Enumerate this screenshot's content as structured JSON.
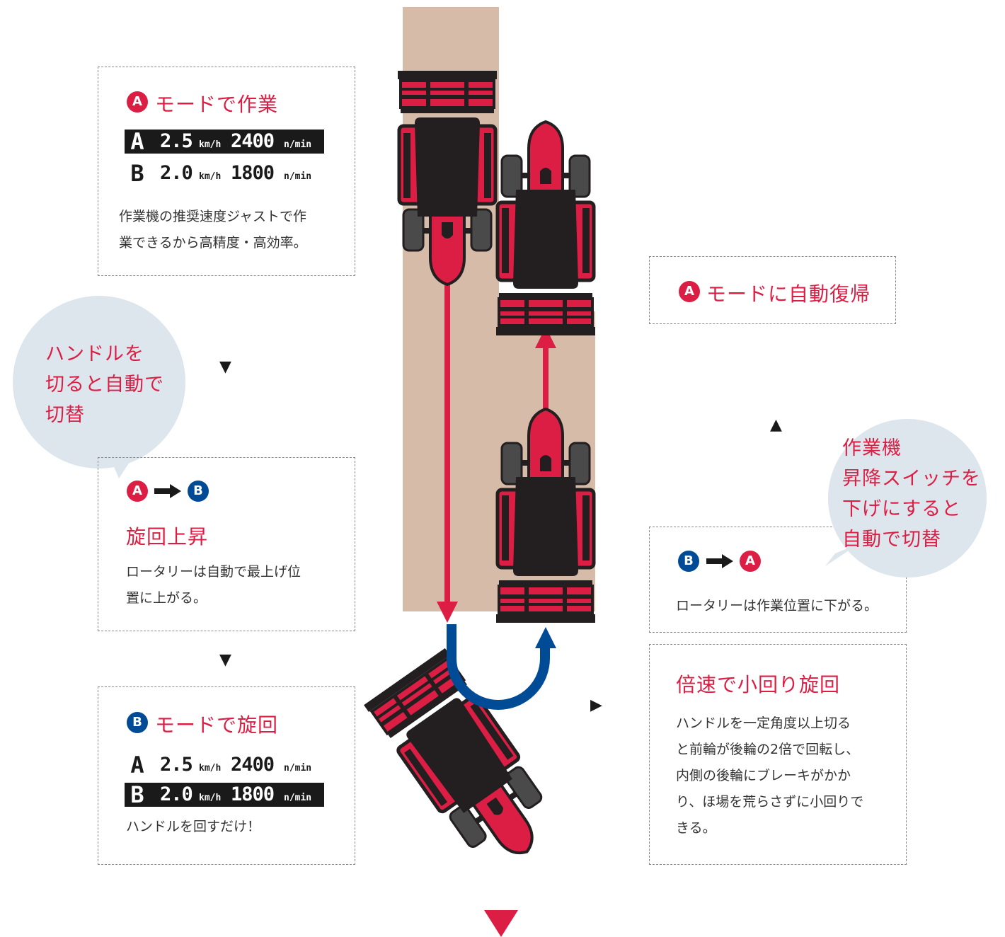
{
  "colors": {
    "red": "#dc1e44",
    "blue": "#004b96",
    "field": "#d5bba8",
    "dark": "#231f20",
    "bubble": "#dde6ec"
  },
  "box1": {
    "badge": "A",
    "title": "モードで作業",
    "display": [
      {
        "mode": "A",
        "speed": "2.5",
        "speed_unit": "km/h",
        "rpm": "2400",
        "rpm_unit": "n/min",
        "active": true
      },
      {
        "mode": "B",
        "speed": "2.0",
        "speed_unit": "km/h",
        "rpm": "1800",
        "rpm_unit": "n/min",
        "active": false
      }
    ],
    "lines": [
      "作業機の推奨速度ジャストで作",
      "業できるから高精度・高効率。"
    ]
  },
  "bubble_left": {
    "lines": [
      "ハンドルを",
      "切ると自動で",
      "切替"
    ]
  },
  "box2": {
    "from_badge": "A",
    "to_badge": "B",
    "title": "旋回上昇",
    "lines": [
      "ロータリーは自動で最上げ位",
      "置に上がる。"
    ]
  },
  "box3": {
    "badge": "B",
    "title": "モードで旋回",
    "display": [
      {
        "mode": "A",
        "speed": "2.5",
        "speed_unit": "km/h",
        "rpm": "2400",
        "rpm_unit": "n/min",
        "active": false
      },
      {
        "mode": "B",
        "speed": "2.0",
        "speed_unit": "km/h",
        "rpm": "1800",
        "rpm_unit": "n/min",
        "active": true
      }
    ],
    "lines": [
      "ハンドルを回すだけ！"
    ]
  },
  "box4": {
    "badge": "A",
    "title": "モードに自動復帰"
  },
  "bubble_right": {
    "lines": [
      "作業機",
      "昇降スイッチを",
      "下げにすると",
      "自動で切替"
    ]
  },
  "box5": {
    "from_badge": "B",
    "to_badge": "A",
    "lines": [
      "ロータリーは作業位置に下がる。"
    ]
  },
  "box6": {
    "title": "倍速で小回り旋回",
    "lines": [
      "ハンドルを一定角度以上切る",
      "と前輪が後輪の2倍で回転し、",
      "内側の後輪にブレーキがかか",
      "り、ほ場を荒らさずに小回りで",
      "きる。"
    ]
  }
}
